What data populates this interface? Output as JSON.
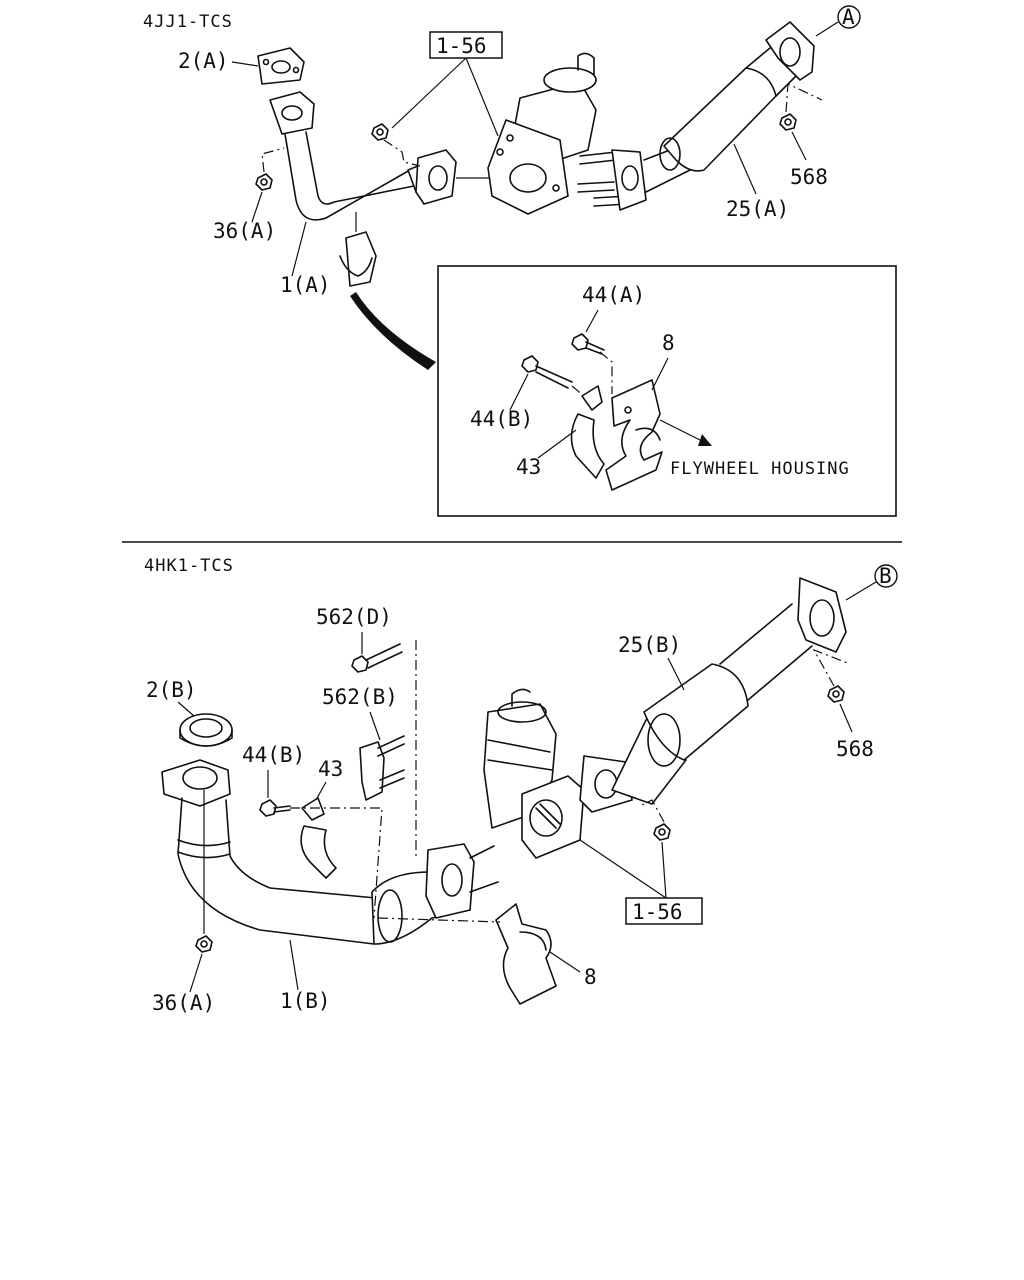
{
  "sections": {
    "top": {
      "engine_label": "4JJ1-TCS"
    },
    "bottom": {
      "engine_label": "4HK1-TCS"
    }
  },
  "top_callouts": {
    "p2a": "2(A)",
    "p1_56": "1-56",
    "ref_a": "A",
    "p568": "568",
    "p25a": "25(A)",
    "p36a": "36(A)",
    "p1a": "1(A)"
  },
  "detail": {
    "p44a": "44(A)",
    "p44b": "44(B)",
    "p43": "43",
    "p8": "8",
    "flywheel_note": "FLYWHEEL HOUSING"
  },
  "bottom_callouts": {
    "p562d": "562(D)",
    "p562b": "562(B)",
    "p2b": "2(B)",
    "p44b": "44(B)",
    "p43": "43",
    "p25b": "25(B)",
    "ref_b": "B",
    "p568": "568",
    "p1_56": "1-56",
    "p8": "8",
    "p36a": "36(A)",
    "p1b": "1(B)"
  }
}
